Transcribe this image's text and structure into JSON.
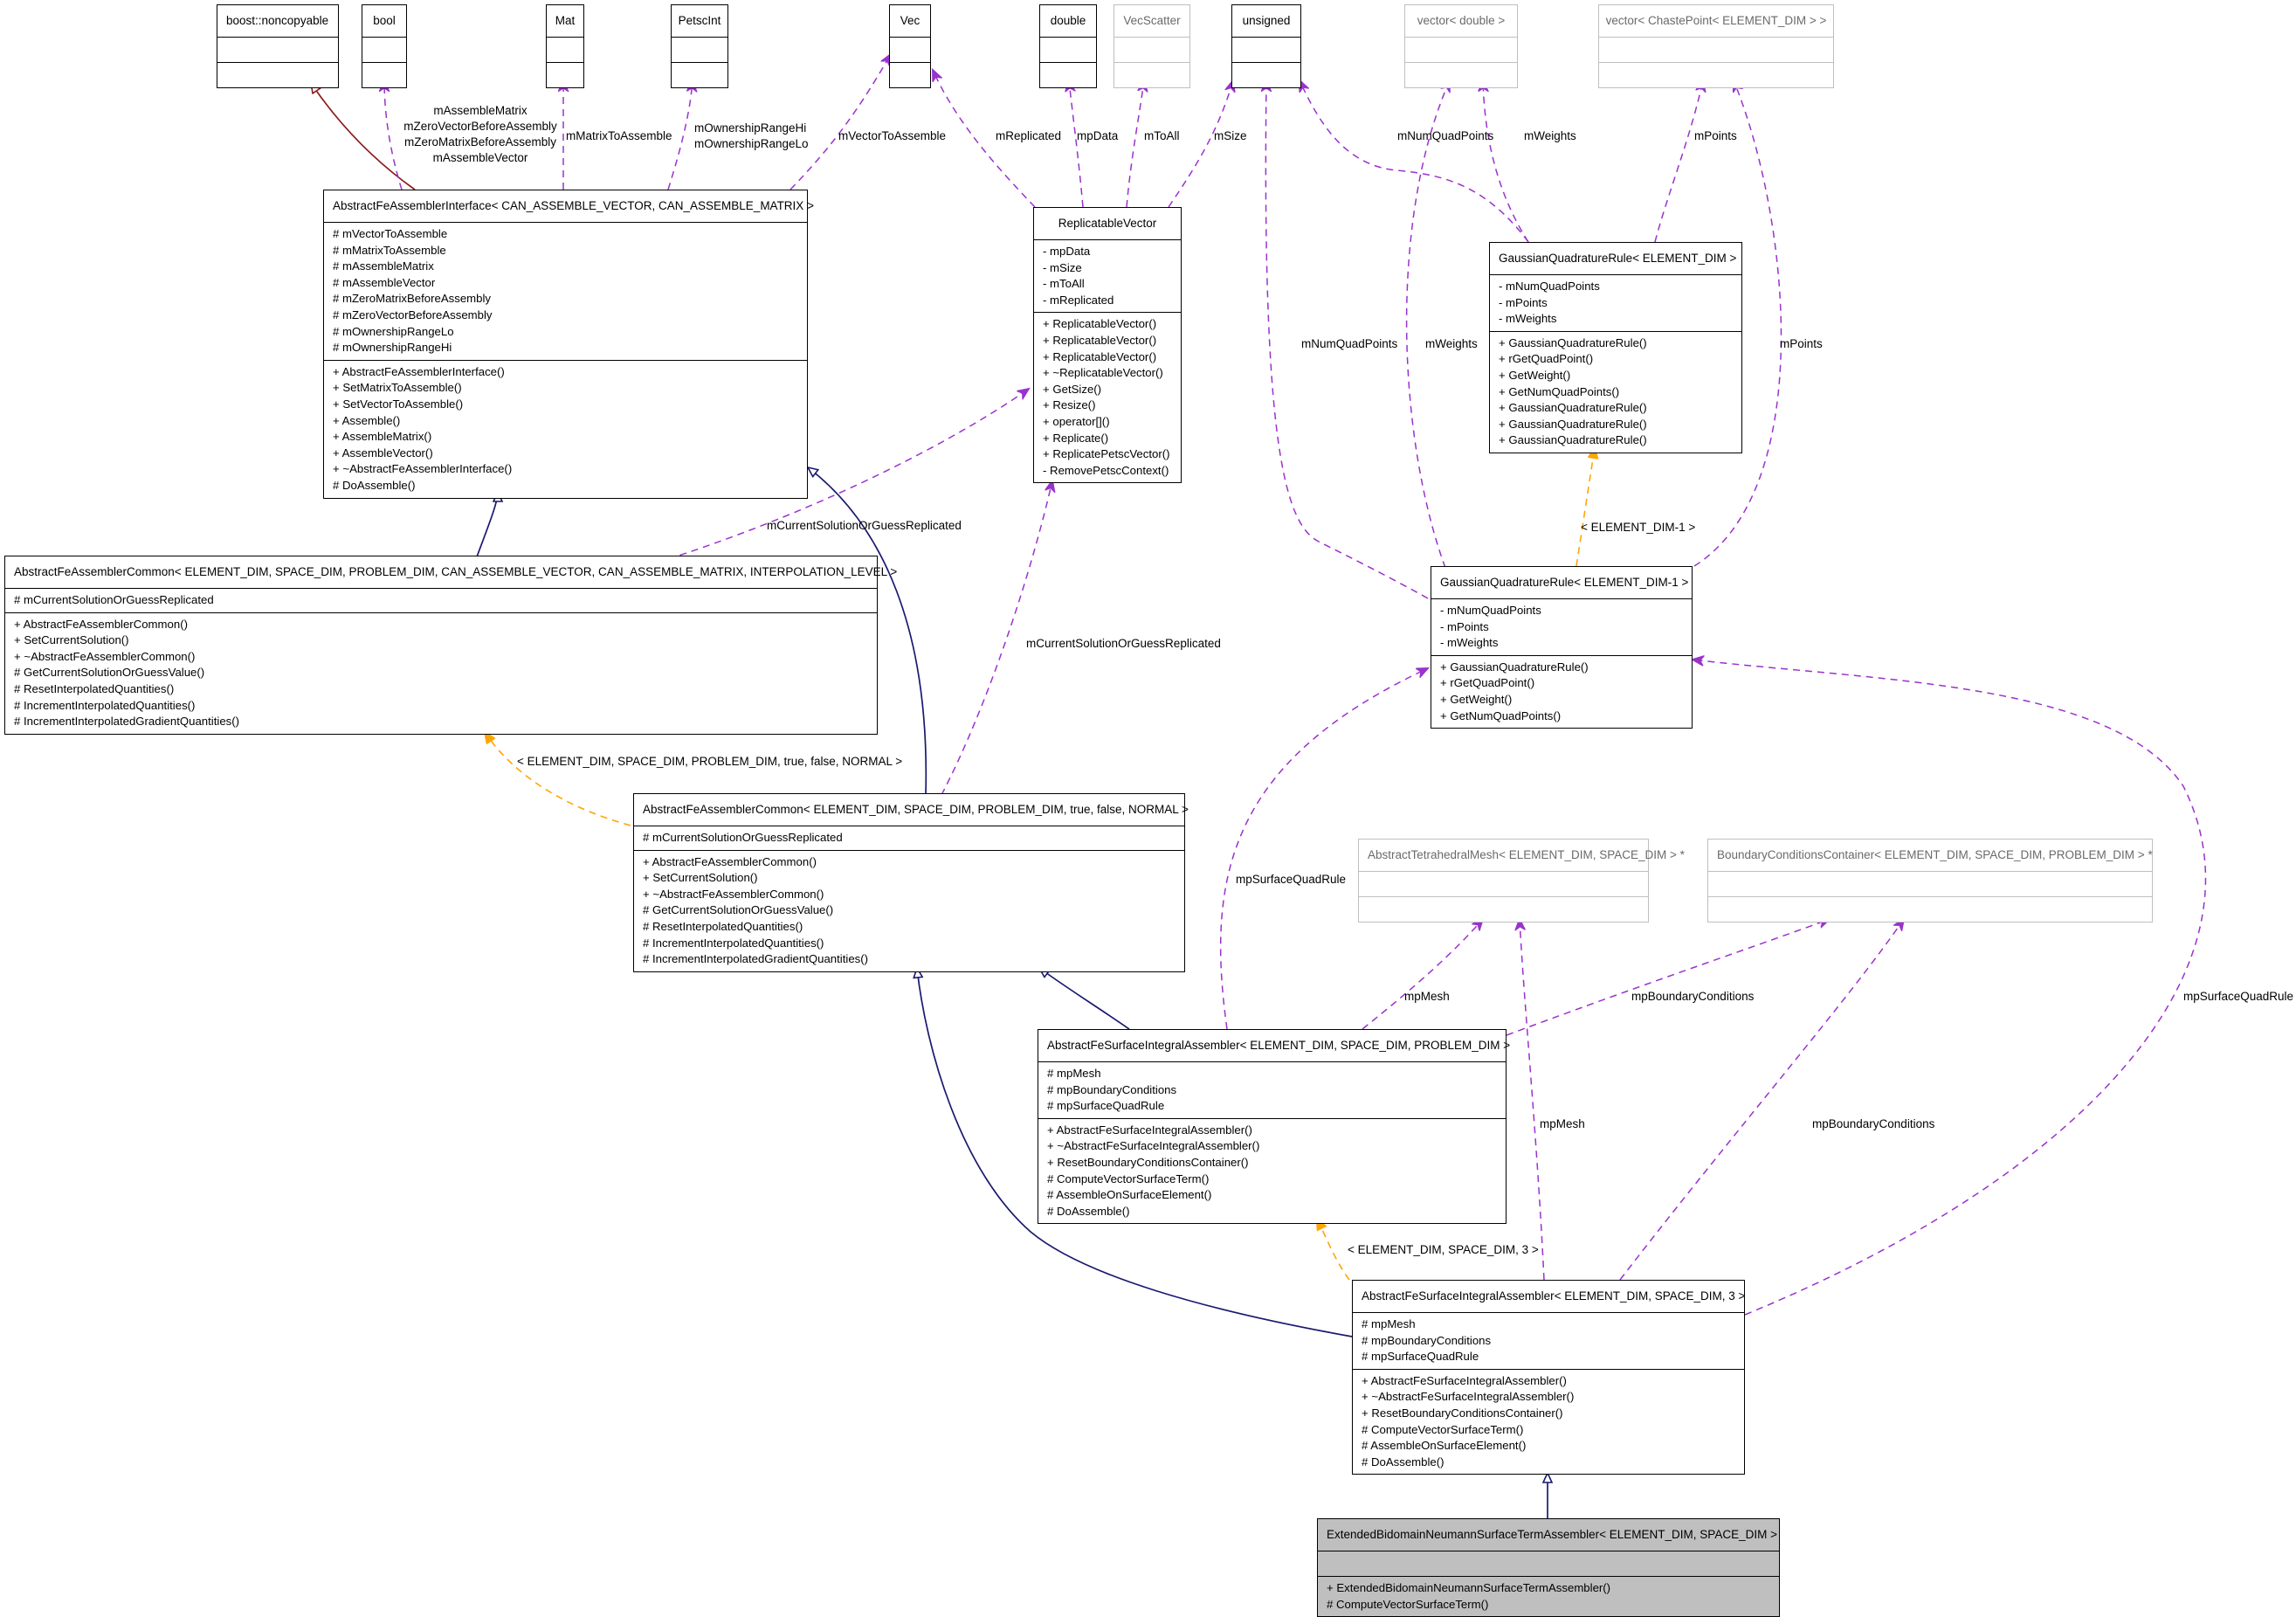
{
  "colors": {
    "inheritance": "#191970",
    "noncopyable_inheritance": "#8b1a1a",
    "usage": "#9a32cd",
    "template": "#ffa500",
    "grey_border": "#bfbfbf",
    "highlight_fill": "#bfbfbf"
  },
  "classes": {
    "noncopyable": {
      "title": "boost::noncopyable"
    },
    "bool": {
      "title": "bool"
    },
    "mat": {
      "title": "Mat"
    },
    "petscint": {
      "title": "PetscInt"
    },
    "vec": {
      "title": "Vec"
    },
    "double": {
      "title": "double"
    },
    "vecscatter": {
      "title": "VecScatter"
    },
    "unsigned": {
      "title": "unsigned"
    },
    "vector_double": {
      "title": "vector< double >"
    },
    "vector_chaste": {
      "title": "vector< ChastePoint< ELEMENT_DIM > >"
    },
    "interface": {
      "title": "AbstractFeAssemblerInterface< CAN_ASSEMBLE_VECTOR, CAN_ASSEMBLE_MATRIX >",
      "attributes": [
        "# mVectorToAssemble",
        "# mMatrixToAssemble",
        "# mAssembleMatrix",
        "# mAssembleVector",
        "# mZeroMatrixBeforeAssembly",
        "# mZeroVectorBeforeAssembly",
        "# mOwnershipRangeLo",
        "# mOwnershipRangeHi"
      ],
      "methods": [
        "+ AbstractFeAssemblerInterface()",
        "+ SetMatrixToAssemble()",
        "+ SetVectorToAssemble()",
        "+ Assemble()",
        "+ AssembleMatrix()",
        "+ AssembleVector()",
        "+ ~AbstractFeAssemblerInterface()",
        "# DoAssemble()"
      ]
    },
    "replicatable": {
      "title": "ReplicatableVector",
      "attributes": [
        "- mpData",
        "- mSize",
        "- mToAll",
        "- mReplicated"
      ],
      "methods": [
        "+ ReplicatableVector()",
        "+ ReplicatableVector()",
        "+ ReplicatableVector()",
        "+ ~ReplicatableVector()",
        "+ GetSize()",
        "+ Resize()",
        "+ operator[]()",
        "+ Replicate()",
        "+ ReplicatePetscVector()",
        "- RemovePetscContext()"
      ]
    },
    "gqr": {
      "title": "GaussianQuadratureRule< ELEMENT_DIM >",
      "attributes": [
        "- mNumQuadPoints",
        "- mPoints",
        "- mWeights"
      ],
      "methods": [
        "+ GaussianQuadratureRule()",
        "+ rGetQuadPoint()",
        "+ GetWeight()",
        "+ GetNumQuadPoints()",
        "+ GaussianQuadratureRule()",
        "+ GaussianQuadratureRule()",
        "+ GaussianQuadratureRule()"
      ]
    },
    "gqr1": {
      "title": "GaussianQuadratureRule< ELEMENT_DIM-1 >",
      "attributes": [
        "- mNumQuadPoints",
        "- mPoints",
        "- mWeights"
      ],
      "methods": [
        "+ GaussianQuadratureRule()",
        "+ rGetQuadPoint()",
        "+ GetWeight()",
        "+ GetNumQuadPoints()"
      ]
    },
    "common_gen": {
      "title": "AbstractFeAssemblerCommon< ELEMENT_DIM, SPACE_DIM, PROBLEM_DIM, CAN_ASSEMBLE_VECTOR, CAN_ASSEMBLE_MATRIX, INTERPOLATION_LEVEL >",
      "attributes": [
        "# mCurrentSolutionOrGuessReplicated"
      ],
      "methods": [
        "+ AbstractFeAssemblerCommon()",
        "+ SetCurrentSolution()",
        "+ ~AbstractFeAssemblerCommon()",
        "# GetCurrentSolutionOrGuessValue()",
        "# ResetInterpolatedQuantities()",
        "# IncrementInterpolatedQuantities()",
        "# IncrementInterpolatedGradientQuantities()"
      ]
    },
    "common_spec": {
      "title": "AbstractFeAssemblerCommon< ELEMENT_DIM, SPACE_DIM, PROBLEM_DIM, true, false, NORMAL >",
      "attributes": [
        "# mCurrentSolutionOrGuessReplicated"
      ],
      "methods": [
        "+ AbstractFeAssemblerCommon()",
        "+ SetCurrentSolution()",
        "+ ~AbstractFeAssemblerCommon()",
        "# GetCurrentSolutionOrGuessValue()",
        "# ResetInterpolatedQuantities()",
        "# IncrementInterpolatedQuantities()",
        "# IncrementInterpolatedGradientQuantities()"
      ]
    },
    "tet_mesh": {
      "title": "AbstractTetrahedralMesh< ELEMENT_DIM, SPACE_DIM > *"
    },
    "bcc": {
      "title": "BoundaryConditionsContainer< ELEMENT_DIM, SPACE_DIM, PROBLEM_DIM > *"
    },
    "surf_gen": {
      "title": "AbstractFeSurfaceIntegralAssembler< ELEMENT_DIM, SPACE_DIM, PROBLEM_DIM >",
      "attributes": [
        "# mpMesh",
        "# mpBoundaryConditions",
        "# mpSurfaceQuadRule"
      ],
      "methods": [
        "+ AbstractFeSurfaceIntegralAssembler()",
        "+ ~AbstractFeSurfaceIntegralAssembler()",
        "+ ResetBoundaryConditionsContainer()",
        "# ComputeVectorSurfaceTerm()",
        "# AssembleOnSurfaceElement()",
        "# DoAssemble()"
      ]
    },
    "surf_3": {
      "title": "AbstractFeSurfaceIntegralAssembler< ELEMENT_DIM, SPACE_DIM, 3 >",
      "attributes": [
        "# mpMesh",
        "# mpBoundaryConditions",
        "# mpSurfaceQuadRule"
      ],
      "methods": [
        "+ AbstractFeSurfaceIntegralAssembler()",
        "+ ~AbstractFeSurfaceIntegralAssembler()",
        "+ ResetBoundaryConditionsContainer()",
        "# ComputeVectorSurfaceTerm()",
        "# AssembleOnSurfaceElement()",
        "# DoAssemble()"
      ]
    },
    "extended": {
      "title": "ExtendedBidomainNeumannSurfaceTermAssembler< ELEMENT_DIM, SPACE_DIM >",
      "methods": [
        "+ ExtendedBidomainNeumannSurfaceTermAssembler()",
        "# ComputeVectorSurfaceTerm()"
      ]
    }
  },
  "labels": {
    "interface_flags": "mAssembleMatrix\nmZeroVectorBeforeAssembly\nmZeroMatrixBeforeAssembly\nmAssembleVector",
    "matrix_to_assemble": "mMatrixToAssemble",
    "ownership": "mOwnershipRangeHi\nmOwnershipRangeLo",
    "vector_to_assemble": "mVectorToAssemble",
    "replicated": "mReplicated",
    "mpdata": "mpData",
    "mtoall": "mToAll",
    "msize": "mSize",
    "num_quad_top": "mNumQuadPoints",
    "weights_top": "mWeights",
    "points_top": "mPoints",
    "num_quad_mid": "mNumQuadPoints",
    "weights_mid": "mWeights",
    "points_mid": "mPoints",
    "elem_dim_minus_1": "< ELEMENT_DIM-1 >",
    "current_solution_1": "mCurrentSolutionOrGuessReplicated",
    "current_solution_2": "mCurrentSolutionOrGuessReplicated",
    "template_args_common": "< ELEMENT_DIM, SPACE_DIM, PROBLEM_DIM, true, false, NORMAL >",
    "surface_quad_rule_left": "mpSurfaceQuadRule",
    "mesh_1": "mpMesh",
    "boundary_1": "mpBoundaryConditions",
    "surface_quad_rule_right": "mpSurfaceQuadRule",
    "mesh_2": "mpMesh",
    "boundary_2": "mpBoundaryConditions",
    "template_args_surface": "< ELEMENT_DIM, SPACE_DIM, 3 >"
  }
}
